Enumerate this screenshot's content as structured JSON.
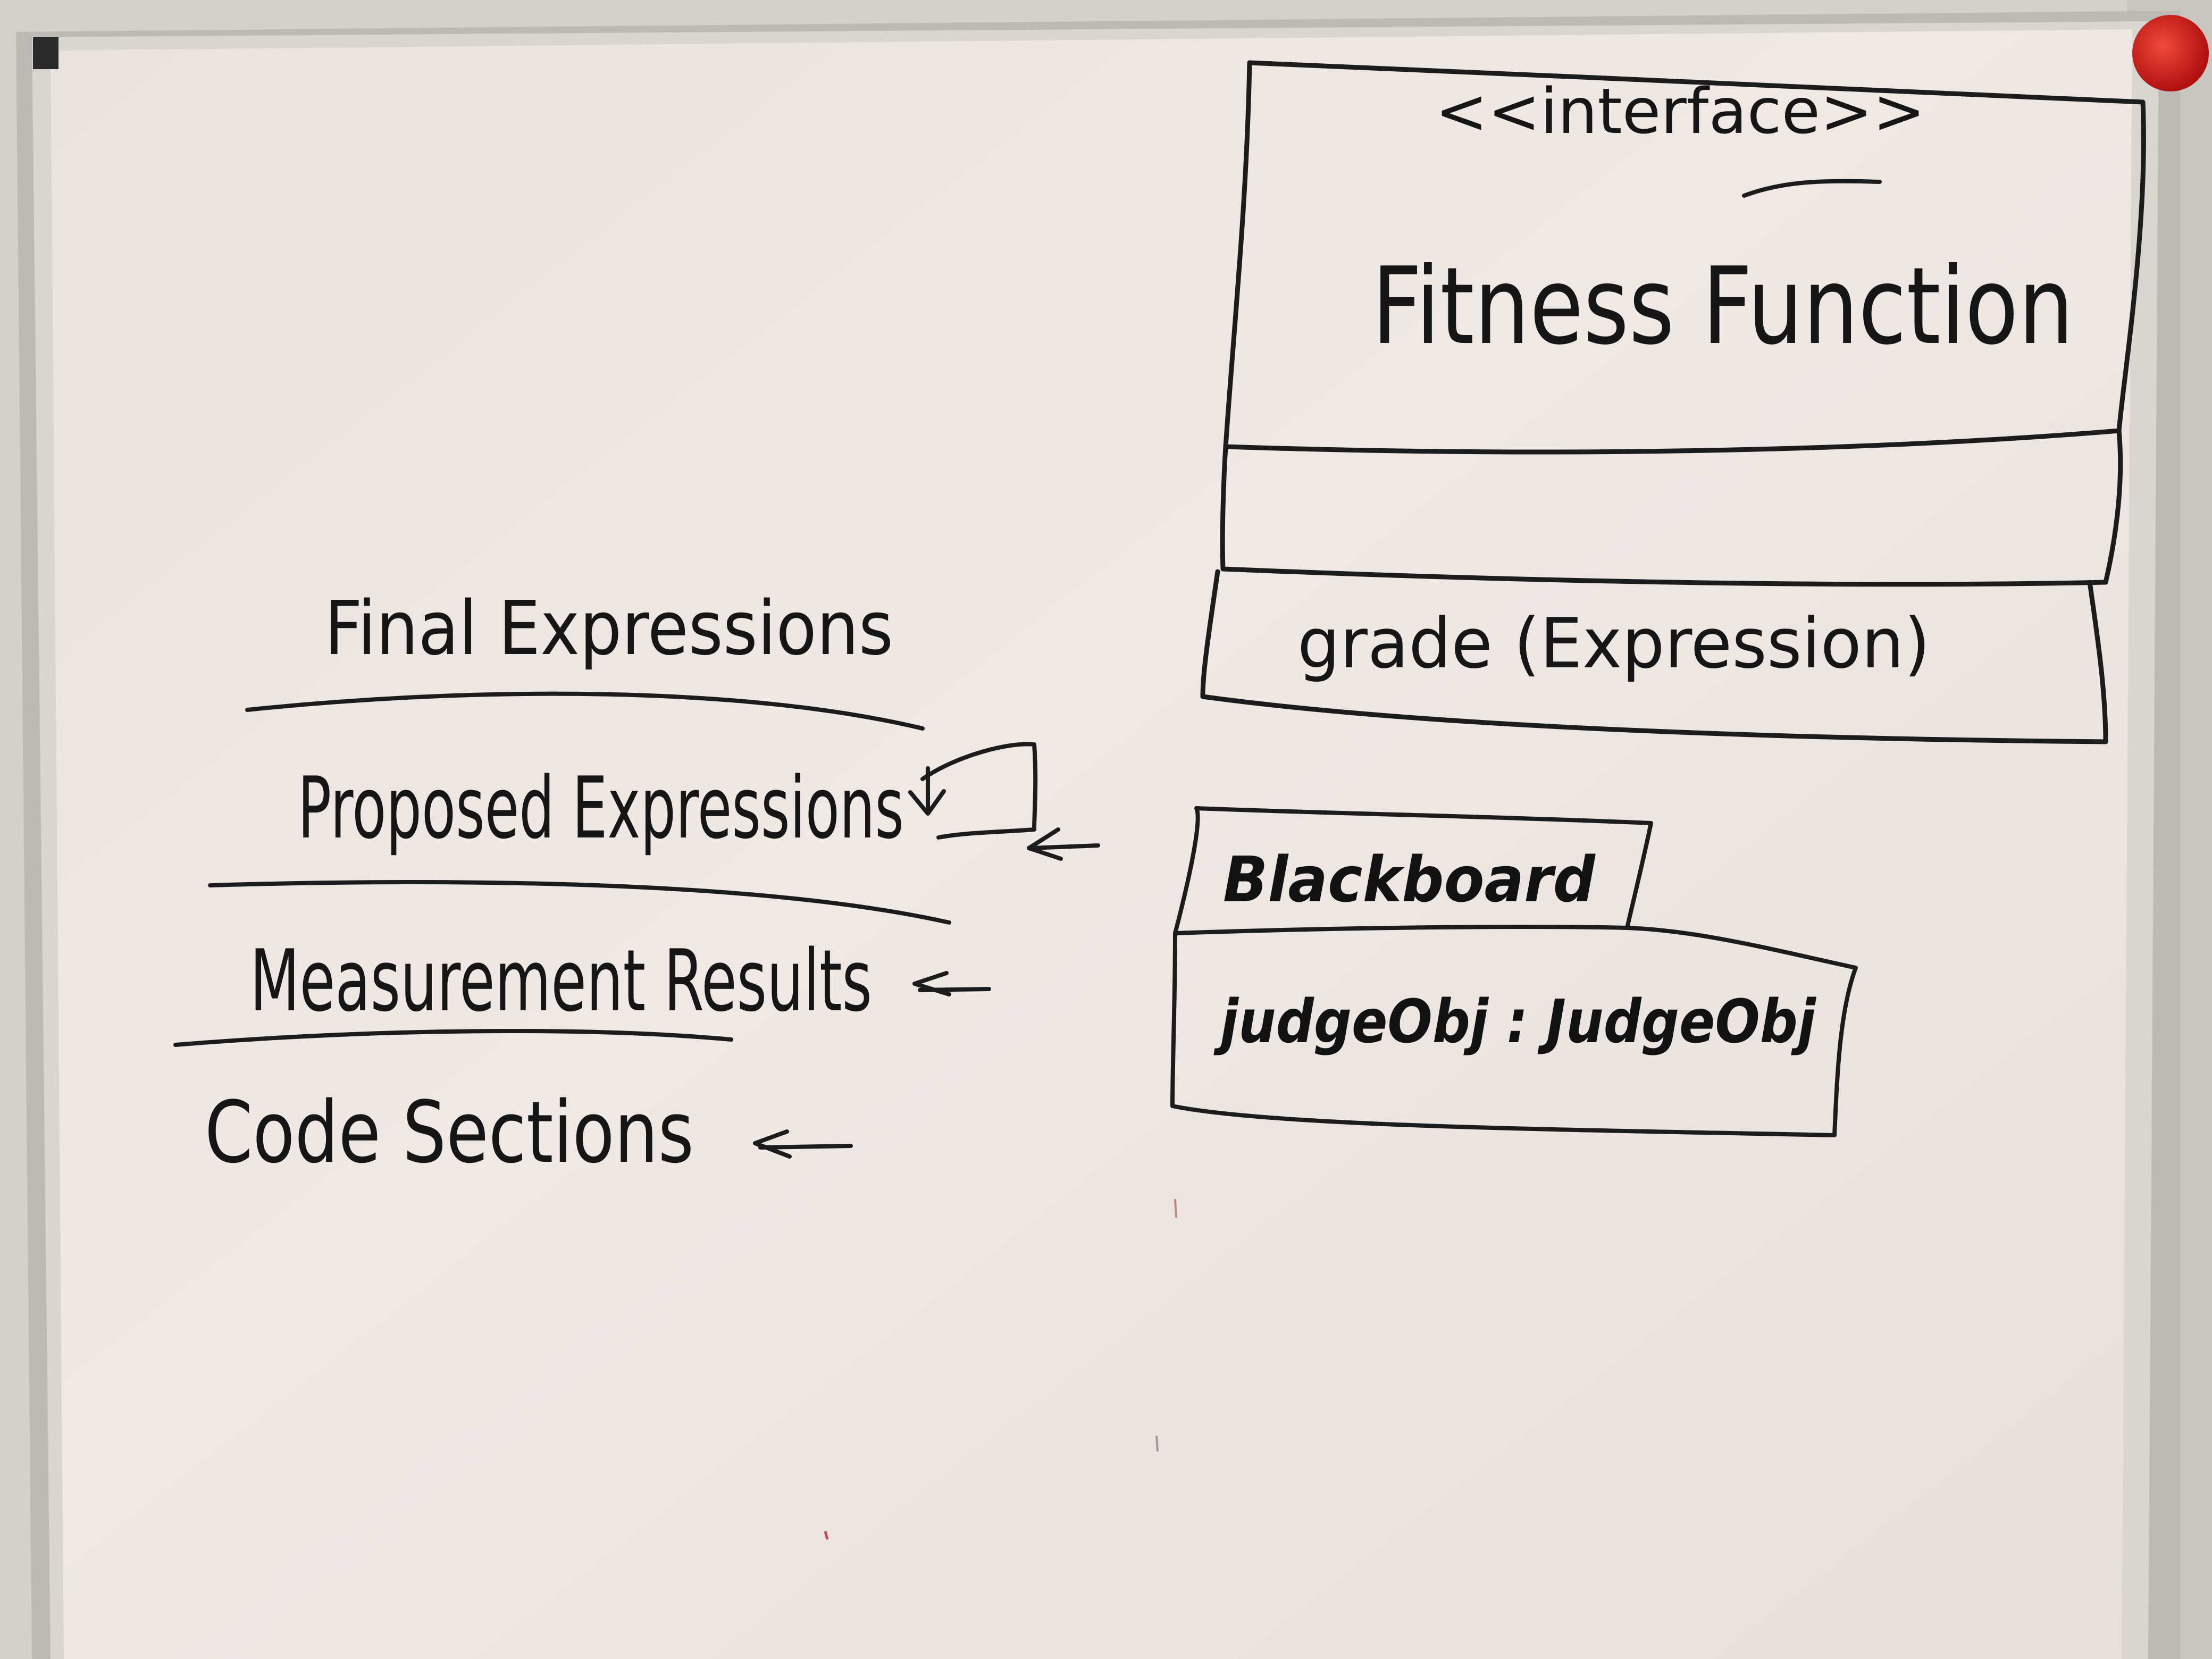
{
  "uml_class": {
    "stereotype": "<<interface>>",
    "name": "Fitness Function",
    "attributes": "",
    "operation": "grade (Expression)"
  },
  "blackboard": {
    "tab_label": "Blackboard",
    "field": "judgeObj : JudgeObj"
  },
  "stack": {
    "items": [
      "Final Expressions",
      "Proposed Expressions",
      "Measurement Results",
      "Code Sections"
    ]
  },
  "colors": {
    "board": "#ede6e3",
    "ink": "#1c1c1c",
    "frame": "#b8b5b1",
    "magnet": "#d01818"
  }
}
